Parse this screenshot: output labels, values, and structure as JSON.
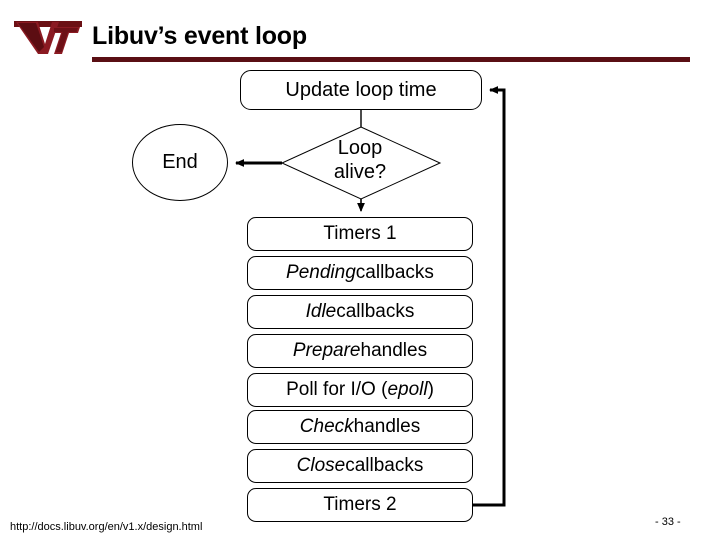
{
  "slide": {
    "title": "Libuv’s event loop",
    "logo_name": "virginia-tech-vt-logo",
    "rule_color": "#5a0f14",
    "footer_url": "http://docs.libuv.org/en/v1.x/design.html",
    "page_number": "- 33 -"
  },
  "diagram": {
    "type": "flowchart",
    "update_loop_time": "Update loop time",
    "end_node": "End",
    "decision": {
      "line1": "Loop",
      "line2": "alive?"
    },
    "stages": [
      {
        "id": "timers-1",
        "text_plain": "Timers 1",
        "italic_part": "",
        "plain_part": "Timers 1"
      },
      {
        "id": "pending-cb",
        "text_plain": "Pending callbacks",
        "italic_part": "Pending",
        "plain_part": " callbacks"
      },
      {
        "id": "idle-cb",
        "text_plain": "Idle callbacks",
        "italic_part": "Idle",
        "plain_part": " callbacks"
      },
      {
        "id": "prepare",
        "text_plain": "Prepare handles",
        "italic_part": "Prepare",
        "plain_part": " handles"
      },
      {
        "id": "poll-io",
        "text_plain": "Poll for I/O (epoll)",
        "italic_part": "epoll",
        "plain_part": "Poll for I/O ("
      },
      {
        "id": "check",
        "text_plain": "Check handles",
        "italic_part": "Check",
        "plain_part": " handles"
      },
      {
        "id": "close-cb",
        "text_plain": "Close callbacks",
        "italic_part": "Close",
        "plain_part": " callbacks"
      },
      {
        "id": "timers-2",
        "text_plain": "Timers 2",
        "italic_part": "",
        "plain_part": "Timers 2"
      }
    ],
    "poll_io_suffix": ")"
  }
}
